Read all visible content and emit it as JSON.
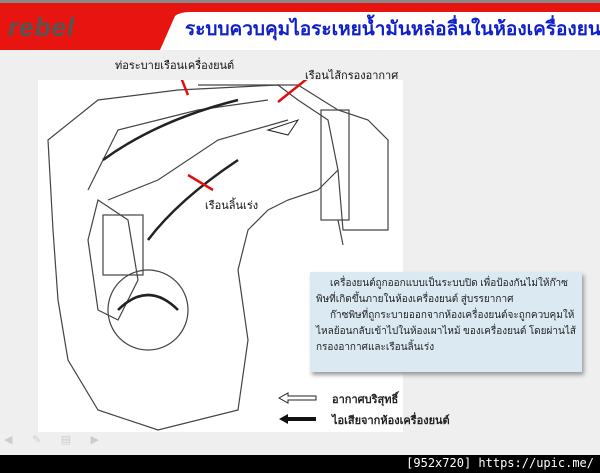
{
  "header": {
    "logo": "rebel",
    "title": "ระบบควบคุมไอระเหยน้ำมันหล่อลื่นในห้องเครื่องยนต์",
    "accent": "#e8140f"
  },
  "labels": {
    "breather_pipe": "ท่อระบายเรือนเครื่องยนต์",
    "air_filter_housing": "เรือนไส้กรองอากาศ",
    "throttle_body": "เรือนลิ้นเร่ง"
  },
  "description": {
    "p1": "เครื่องยนต์ถูกออกแบบเป็นระบบปิด เพื่อป้องกันไม่ให้ก๊าซพิษที่เกิดขึ้นภายในห้องเครื่องยนต์ สู่บรรยากาศ",
    "p2": "ก๊าซพิษที่ถูกระบายออกจากห้องเครื่องยนต์จะถูกควบคุมให้ไหลย้อนกลับเข้าไปในห้องเผาไหม้ ของเครื่องยนต์ โดยผ่านไส้กรองอากาศและเรือนลิ้นเร่ง"
  },
  "legend": {
    "clean_air": "อากาศบริสุทธิ์",
    "blowby": "ไอเสียจากห้องเครื่องยนต์"
  },
  "footer": "[952x720] https://upic.me/"
}
